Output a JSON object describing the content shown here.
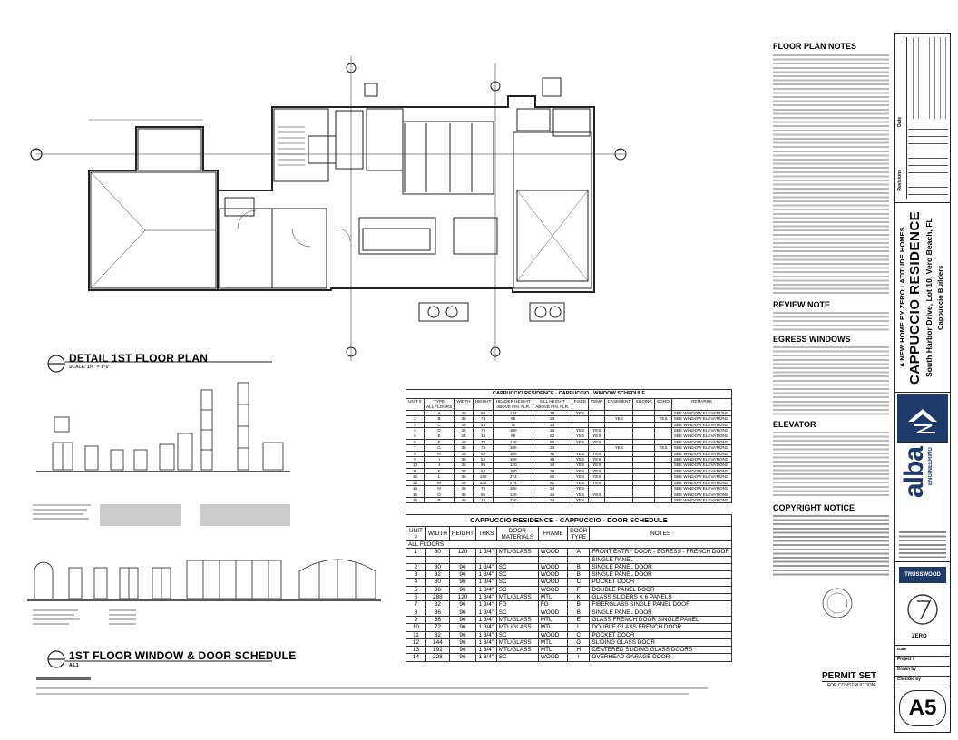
{
  "plan": {
    "title": "DETAIL 1ST FLOOR PLAN",
    "scale": "SCALE: 1/4\" = 1'-0\"",
    "section_markers": [
      "A5.1",
      "A5.1"
    ]
  },
  "schedule_block": {
    "title": "1ST FLOOR WINDOW & DOOR SCHEDULE",
    "number": "A5.1"
  },
  "window_schedule": {
    "title": "CAPPUCCIO RESIDENCE - CAPPUCCIO - WINDOW SCHEDULE",
    "headers": [
      "UNIT #",
      "TYPE",
      "WIDTH",
      "HEIGHT",
      "HEADER HEIGHT",
      "SILL HEIGHT",
      "FIXED",
      "TEMP",
      "CASEMENT",
      "SLIDING",
      "EGRO",
      "REMARKS"
    ],
    "subheaders": [
      "",
      "ALL FLOORS",
      "",
      "",
      "ABOVE FIN. FLR.",
      "ABOVE FIN. FLR.",
      "",
      "",
      "",
      "",
      "",
      ""
    ],
    "rows": [
      [
        "1",
        "A",
        "48",
        "86",
        "134",
        "28",
        "YES",
        "",
        "",
        "",
        "",
        "SEE WINDOW ELEVATIONS"
      ],
      [
        "2",
        "B",
        "36",
        "74",
        "98",
        "24",
        "",
        "",
        "YES",
        "",
        "YES",
        "SEE WINDOW ELEVATIONS"
      ],
      [
        "3",
        "C",
        "36",
        "48",
        "72",
        "24",
        "",
        "",
        "",
        "",
        "",
        "SEE WINDOW ELEVATIONS"
      ],
      [
        "4",
        "D",
        "36",
        "76",
        "100",
        "24",
        "YES",
        "YES",
        "",
        "",
        "",
        "SEE WINDOW ELEVATIONS"
      ],
      [
        "5",
        "E",
        "24",
        "36",
        "98",
        "62",
        "YES",
        "YES",
        "",
        "",
        "",
        "SEE WINDOW ELEVATIONS"
      ],
      [
        "6",
        "F",
        "48",
        "70",
        "120",
        "50",
        "YES",
        "YES",
        "",
        "",
        "",
        "SEE WINDOW ELEVATIONS"
      ],
      [
        "7",
        "G",
        "36",
        "76",
        "100",
        "24",
        "",
        "",
        "YES",
        "",
        "YES",
        "SEE WINDOW ELEVATIONS"
      ],
      [
        "8",
        "H",
        "36",
        "52",
        "100",
        "48",
        "YES",
        "YES",
        "",
        "",
        "",
        "SEE WINDOW ELEVATIONS"
      ],
      [
        "9",
        "I",
        "36",
        "52",
        "100",
        "48",
        "YES",
        "YES",
        "",
        "",
        "",
        "SEE WINDOW ELEVATIONS"
      ],
      [
        "10",
        "J",
        "36",
        "96",
        "120",
        "24",
        "YES",
        "YES",
        "",
        "",
        "",
        "SEE WINDOW ELEVATIONS"
      ],
      [
        "11",
        "K",
        "36",
        "54",
        "100",
        "36",
        "YES",
        "YES",
        "",
        "",
        "",
        "SEE WINDOW ELEVATIONS"
      ],
      [
        "12",
        "L",
        "36",
        "192",
        "274",
        "82",
        "YES",
        "YES",
        "",
        "",
        "",
        "SEE WINDOW ELEVATIONS"
      ],
      [
        "13",
        "M",
        "36",
        "192",
        "274",
        "82",
        "YES",
        "YES",
        "",
        "",
        "",
        "SEE WINDOW ELEVATIONS"
      ],
      [
        "14",
        "N",
        "36",
        "76",
        "100",
        "24",
        "YES",
        "",
        "",
        "",
        "",
        "SEE WINDOW ELEVATIONS"
      ],
      [
        "15",
        "O",
        "36",
        "96",
        "120",
        "24",
        "YES",
        "YES",
        "",
        "",
        "",
        "SEE WINDOW ELEVATIONS"
      ],
      [
        "16",
        "P",
        "48",
        "76",
        "120",
        "24",
        "YES",
        "",
        "",
        "",
        "",
        "SEE WINDOW ELEVATIONS"
      ]
    ]
  },
  "door_schedule": {
    "title": "CAPPUCCIO RESIDENCE - CAPPUCCIO - DOOR SCHEDULE",
    "headers": [
      "UNIT #",
      "WIDTH",
      "HEIGHT",
      "THKS",
      "DOOR MATERIALS",
      "FRAME",
      "DOOR TYPE",
      "NOTES"
    ],
    "group": "ALL FLOORS",
    "rows": [
      [
        "1",
        "60",
        "120",
        "1 3/4\"",
        "MTL/GLASS",
        "WOOD",
        "A",
        "FRONT ENTRY DOOR - EGRESS - FRENCH DOOR"
      ],
      [
        "",
        "",
        "",
        "",
        "",
        "",
        "",
        "SINGLE PANEL"
      ],
      [
        "2",
        "30",
        "96",
        "1 3/4\"",
        "SC",
        "WOOD",
        "B",
        "SINGLE PANEL DOOR"
      ],
      [
        "3",
        "32",
        "96",
        "1 3/4\"",
        "SC",
        "WOOD",
        "B",
        "SINGLE PANEL DOOR"
      ],
      [
        "4",
        "30",
        "96",
        "1 3/4\"",
        "SC",
        "WOOD",
        "C",
        "POCKET DOOR"
      ],
      [
        "5",
        "36",
        "96",
        "1 3/4\"",
        "SC",
        "WOOD",
        "F",
        "DOUBLE PANEL DOOR"
      ],
      [
        "6",
        "288",
        "120",
        "1 3/4\"",
        "MTL/GLASS",
        "MTL",
        "K",
        "GLASS SLIDERS X 6 PANELS"
      ],
      [
        "7",
        "32",
        "96",
        "1 3/4\"",
        "FG",
        "FG",
        "B",
        "FIBERGLASS SINGLE PANEL DOOR"
      ],
      [
        "8",
        "36",
        "96",
        "1 3/4\"",
        "SC",
        "WOOD",
        "B",
        "SINGLE PANEL DOOR"
      ],
      [
        "9",
        "36",
        "96",
        "1 3/4\"",
        "MTL/GLASS",
        "MTL",
        "E",
        "GLASS FRENCH DOOR SINGLE PANEL"
      ],
      [
        "10",
        "72",
        "96",
        "1 3/4\"",
        "MTL/GLASS",
        "MTL",
        "L",
        "DOUBLE GLASS FRENCH DOOR"
      ],
      [
        "11",
        "32",
        "96",
        "1 3/4\"",
        "SC",
        "WOOD",
        "C",
        "POCKET DOOR"
      ],
      [
        "12",
        "144",
        "96",
        "1 3/4\"",
        "MTL/GLASS",
        "MTL",
        "G",
        "SLIDING GLASS DOOR"
      ],
      [
        "13",
        "192",
        "96",
        "1 3/4\"",
        "MTL/GLASS",
        "MTL",
        "H",
        "CENTERED SLIDING GLASS DOORS"
      ],
      [
        "14",
        "228",
        "96",
        "1 3/4\"",
        "SC",
        "WOOD",
        "I",
        "OVERHEAD GARAGE DOOR"
      ]
    ]
  },
  "notes": {
    "floor_plan_title": "FLOOR PLAN NOTES",
    "review_title": "REVIEW NOTE",
    "egress_title": "EGRESS WINDOWS",
    "elevator_title": "ELEVATOR",
    "copyright_title": "COPYRIGHT NOTICE"
  },
  "title_block": {
    "project_tagline": "A NEW HOME BY ZERO LATITUDE HOMES",
    "project_name": "CAPPUCCIO RESIDENCE",
    "address": "South Harbor Drive, Lot 10, Vero Beach, FL",
    "builder": "Cappuccio Builders",
    "revisions_label": "Revisions",
    "engineer_logo": "alba",
    "engineer_sub": "ENGINEERING",
    "trusswood_logo": "TRUSSWOOD",
    "zero_logo": "ZERO",
    "date_label": "Date",
    "project_label": "Project #",
    "drawn_label": "Drawn by",
    "checked_label": "Checked by",
    "sheet_number": "A5",
    "permit_set": "PERMIT SET",
    "permit_sub": "FOR CONSTRUCTION"
  },
  "colors": {
    "line": "#222222",
    "logo_navy": "#1e3a6b",
    "grey_text": "#666666"
  }
}
